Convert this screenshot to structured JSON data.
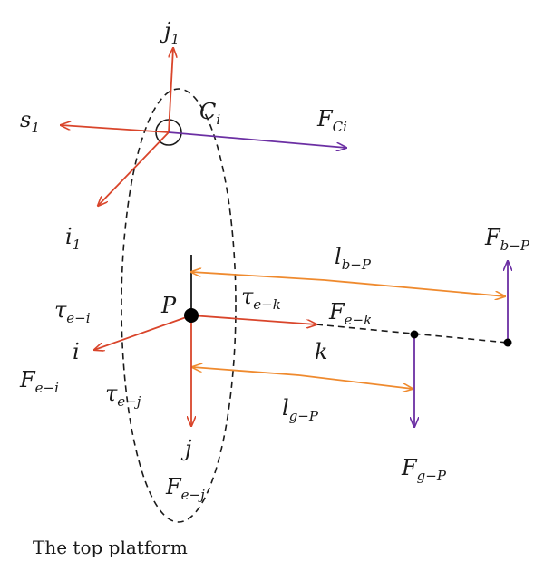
{
  "colors": {
    "red": "#d9452b",
    "purple": "#6b2fa3",
    "orange": "#ef8a2e",
    "black": "#1a1a1a"
  },
  "labels": {
    "j1": {
      "base": "j",
      "sub": "1"
    },
    "ci": {
      "base": "C",
      "sub": "i"
    },
    "s1": {
      "base": "s",
      "sub": "1"
    },
    "fci": {
      "base": "F",
      "sub": "Ci"
    },
    "i1": {
      "base": "i",
      "sub": "1"
    },
    "fbp": {
      "base": "F",
      "sub": "b−P"
    },
    "lbp": {
      "base": "l",
      "sub": "b−P"
    },
    "tei": {
      "base": "τ",
      "sub": "e−i"
    },
    "p": {
      "base": "P",
      "sub": ""
    },
    "tek": {
      "base": "τ",
      "sub": "e−k"
    },
    "fek": {
      "base": "F",
      "sub": "e−k"
    },
    "i": {
      "base": "i",
      "sub": ""
    },
    "k": {
      "base": "k",
      "sub": ""
    },
    "fei": {
      "base": "F",
      "sub": "e−i"
    },
    "tej": {
      "base": "τ",
      "sub": "e−j"
    },
    "lgp": {
      "base": "l",
      "sub": "g−P"
    },
    "j": {
      "base": "j",
      "sub": ""
    },
    "fgp": {
      "base": "F",
      "sub": "g−P"
    },
    "fej": {
      "base": "F",
      "sub": "e−j"
    }
  },
  "caption": "The top platform"
}
